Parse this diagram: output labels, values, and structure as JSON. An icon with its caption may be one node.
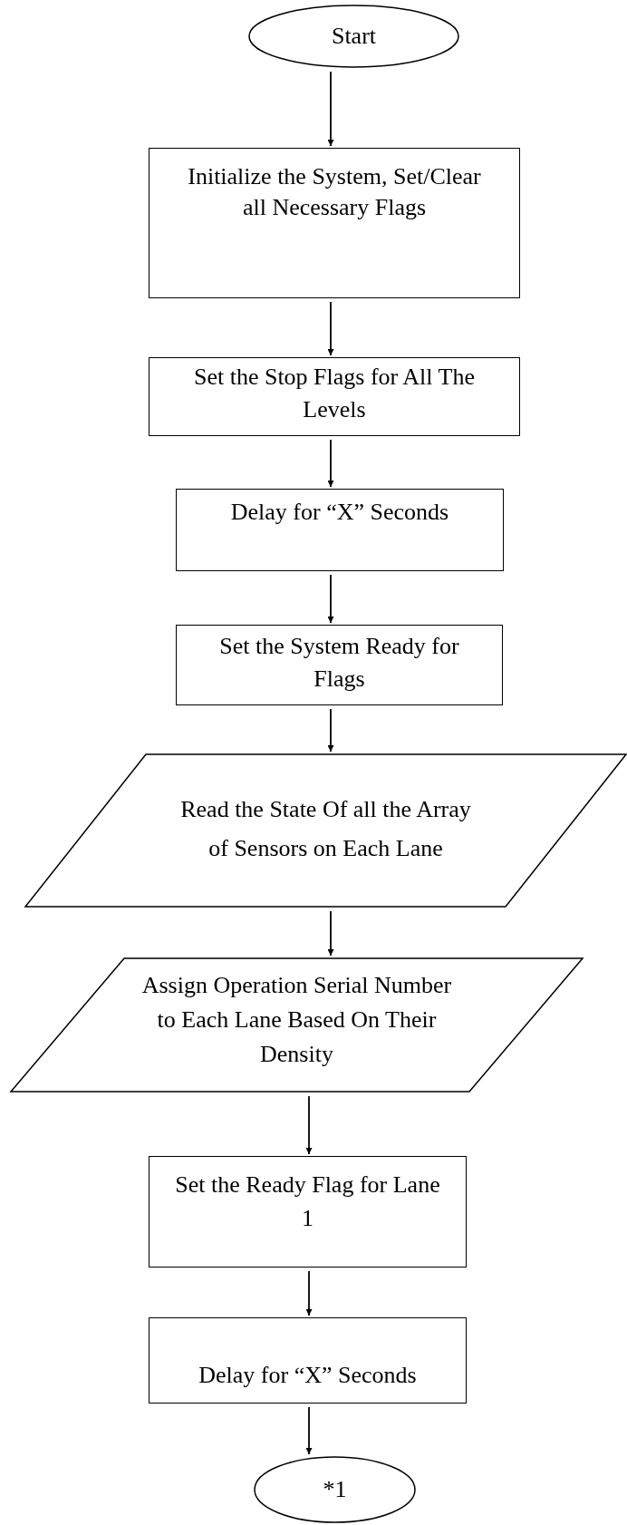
{
  "diagram": {
    "nodes": [
      {
        "text": [
          "Start"
        ]
      },
      {
        "text": [
          "Initialize the System, Set/Clear all Necessary Flags"
        ]
      },
      {
        "text": [
          "Set the Stop Flags for All The Levels"
        ]
      },
      {
        "text": [
          "Delay for “X” Seconds"
        ]
      },
      {
        "text": [
          "Set the System Ready for Flags"
        ]
      },
      {
        "text": [
          "Read the State Of all the Array of Sensors on Each Lane"
        ]
      },
      {
        "text": [
          "Assign Operation Serial Number to Each Lane Based On Their Density"
        ]
      },
      {
        "text": [
          "Set the Ready Flag for Lane 1"
        ]
      },
      {
        "text": [
          "Delay for “X” Seconds"
        ]
      },
      {
        "text": [
          "*1"
        ]
      }
    ],
    "edges": [
      {
        "from": 0,
        "to": 1,
        "arrow": "to"
      },
      {
        "from": 1,
        "to": 2,
        "arrow": "to"
      },
      {
        "from": 2,
        "to": 3,
        "arrow": "to"
      },
      {
        "from": 3,
        "to": 4,
        "arrow": "to"
      },
      {
        "from": 4,
        "to": 5,
        "arrow": "to"
      },
      {
        "from": 5,
        "to": 6,
        "arrow": "to"
      },
      {
        "from": 6,
        "to": 7,
        "arrow": "to"
      },
      {
        "from": 7,
        "to": 8,
        "arrow": "to"
      },
      {
        "from": 8,
        "to": 9,
        "arrow": "to"
      }
    ]
  }
}
